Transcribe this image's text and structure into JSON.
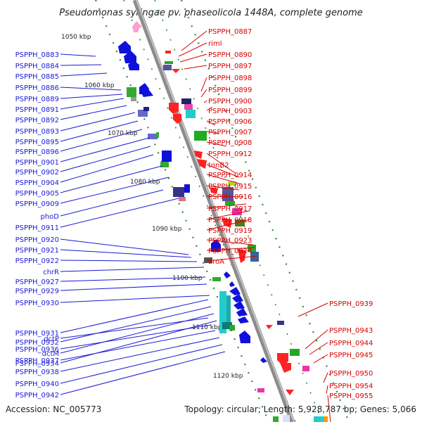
{
  "title": "Pseudomonas syringae pv. phaseolicola 1448A, complete genome",
  "footer": {
    "accession": "Accession: NC_005773",
    "stats": "Topology: circular; Length: 5,928,787 bp; Genes: 5,066"
  },
  "scale_marks": [
    "1050 kbp",
    "1060 kbp",
    "1070 kbp",
    "1080 kbp",
    "1090 kbp",
    "1100 kbp",
    "1110 kbp",
    "1120 kbp"
  ],
  "colors": {
    "left_labels": "#1a1ad6",
    "right_labels": "#d90000",
    "backbone": "#9a9a9a",
    "ruler": "#2e8b2e"
  },
  "left_labels": [
    "PSPPH_0883",
    "PSPPH_0884",
    "PSPPH_0885",
    "PSPPH_0886",
    "PSPPH_0889",
    "PSPPH_0891",
    "PSPPH_0892",
    "PSPPH_0893",
    "PSPPH_0895",
    "PSPPH_0896",
    "PSPPH_0901",
    "PSPPH_0902",
    "PSPPH_0904",
    "PSPPH_0905",
    "PSPPH_0909",
    "phoD",
    "PSPPH_0911",
    "PSPPH_0920",
    "PSPPH_0921",
    "PSPPH_0922",
    "chrR",
    "PSPPH_0927",
    "PSPPH_0929",
    "PSPPH_0930",
    "PSPPH_0931",
    "PSPPH_0932",
    "dctM",
    "PSPPH_0934",
    "dctP",
    "PSPPH_0936",
    "PSPPH_0937",
    "PSPPH_0938",
    "PSPPH_0940",
    "PSPPH_0942"
  ],
  "right_labels": [
    "PSPPH_0887",
    "rimI",
    "PSPPH_0890",
    "PSPPH_0897",
    "PSPPH_0898",
    "PSPPH_0899",
    "PSPPH_0900",
    "PSPPH_0903",
    "PSPPH_0906",
    "PSPPH_0907",
    "PSPPH_0908",
    "PSPPH_0912",
    "tonB2",
    "PSPPH_0914",
    "PSPPH_0915",
    "PSPPH_0916",
    "PSPPH_0917",
    "PSPPH_0918",
    "PSPPH_0919",
    "PSPPH_0923",
    "PSPPH_0924",
    "aroA",
    "PSPPH_0939",
    "PSPPH_0943",
    "PSPPH_0944",
    "PSPPH_0945",
    "PSPPH_0950",
    "PSPPH_0954",
    "PSPPH_0955"
  ]
}
